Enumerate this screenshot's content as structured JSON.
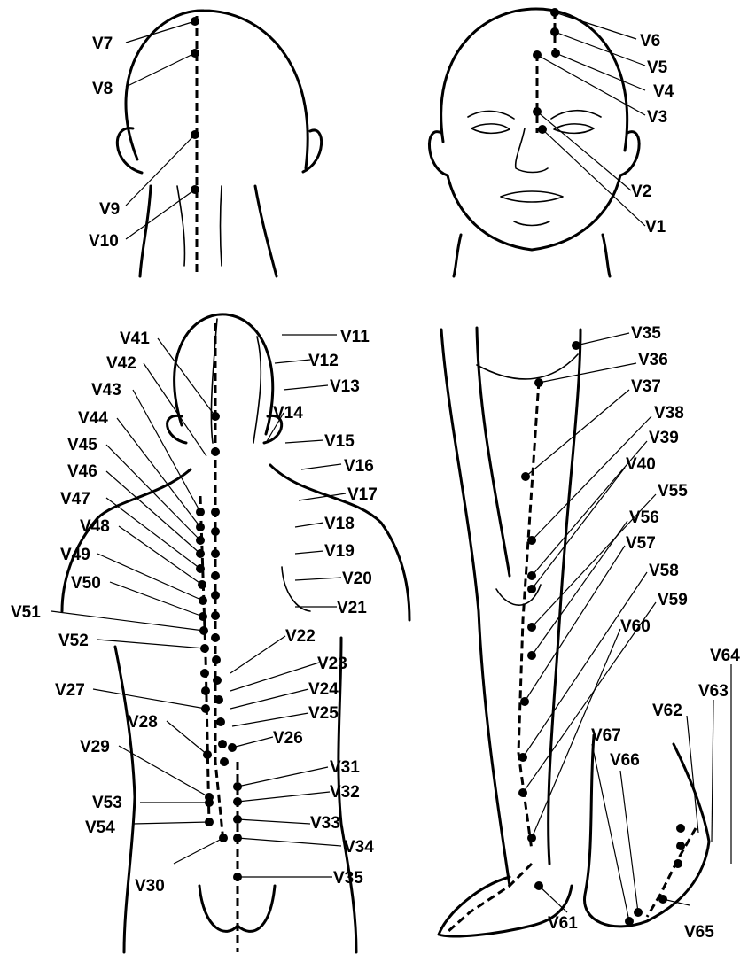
{
  "labels": {
    "V1": "V1",
    "V2": "V2",
    "V3": "V3",
    "V4": "V4",
    "V5": "V5",
    "V6": "V6",
    "V7": "V7",
    "V8": "V8",
    "V9": "V9",
    "V10": "V10",
    "V11": "V11",
    "V12": "V12",
    "V13": "V13",
    "V14": "V14",
    "V15": "V15",
    "V16": "V16",
    "V17": "V17",
    "V18": "V18",
    "V19": "V19",
    "V20": "V20",
    "V21": "V21",
    "V22": "V22",
    "V23": "V23",
    "V24": "V24",
    "V25": "V25",
    "V26": "V26",
    "V27": "V27",
    "V28": "V28",
    "V29": "V29",
    "V30": "V30",
    "V31": "V31",
    "V32": "V32",
    "V33": "V33",
    "V34": "V34",
    "V35_back": "V35",
    "V35_leg": "V35",
    "V36": "V36",
    "V37": "V37",
    "V38": "V38",
    "V39": "V39",
    "V40": "V40",
    "V41": "V41",
    "V42": "V42",
    "V43": "V43",
    "V44": "V44",
    "V45": "V45",
    "V46": "V46",
    "V47": "V47",
    "V48": "V48",
    "V49": "V49",
    "V50": "V50",
    "V51": "V51",
    "V52": "V52",
    "V53": "V53",
    "V54": "V54",
    "V55": "V55",
    "V56": "V56",
    "V57": "V57",
    "V58": "V58",
    "V59": "V59",
    "V60": "V60",
    "V61": "V61",
    "V62": "V62",
    "V63": "V63",
    "V64": "V64",
    "V65": "V65",
    "V66": "V66",
    "V67": "V67"
  }
}
